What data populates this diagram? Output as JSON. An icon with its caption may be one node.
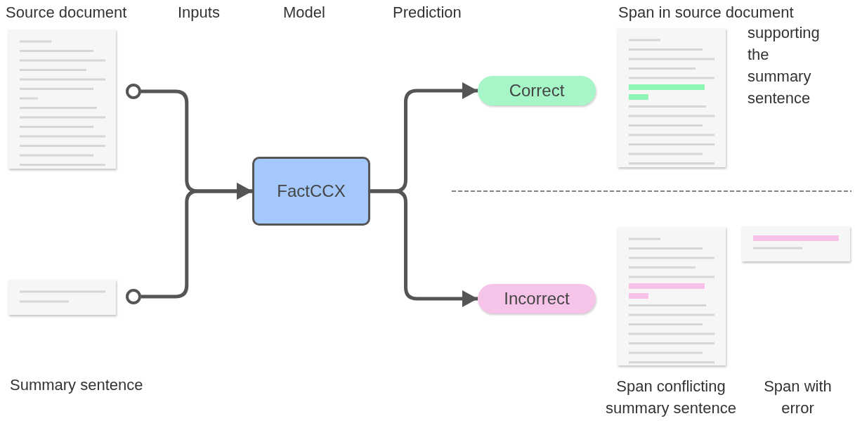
{
  "diagram": {
    "nodes": [
      {
        "text": [
          "Source document"
        ]
      },
      {
        "text": [
          "Summary sentence"
        ]
      },
      {
        "text": [],
        "shape": "circle"
      },
      {
        "text": [],
        "shape": "circle"
      },
      {
        "text": [
          "FactCCX"
        ]
      },
      {
        "text": [
          "Correct"
        ]
      },
      {
        "text": [
          "Incorrect"
        ]
      },
      {
        "text": [
          "Span in source document",
          "supporting the summary sentence"
        ]
      },
      {
        "text": [
          "Span conflicting summary sentence"
        ]
      },
      {
        "text": [],
        "shape": "box"
      }
    ],
    "edges": [
      {
        "from": 2,
        "to": 4,
        "arrow": "to"
      },
      {
        "from": 3,
        "to": 4,
        "arrow": "to"
      },
      {
        "from": 4,
        "to": 5,
        "arrow": "to"
      },
      {
        "from": 4,
        "to": 6,
        "arrow": "to"
      }
    ],
    "labels": [
      "Inputs",
      "Model",
      "Prediction",
      "Span with error"
    ]
  }
}
